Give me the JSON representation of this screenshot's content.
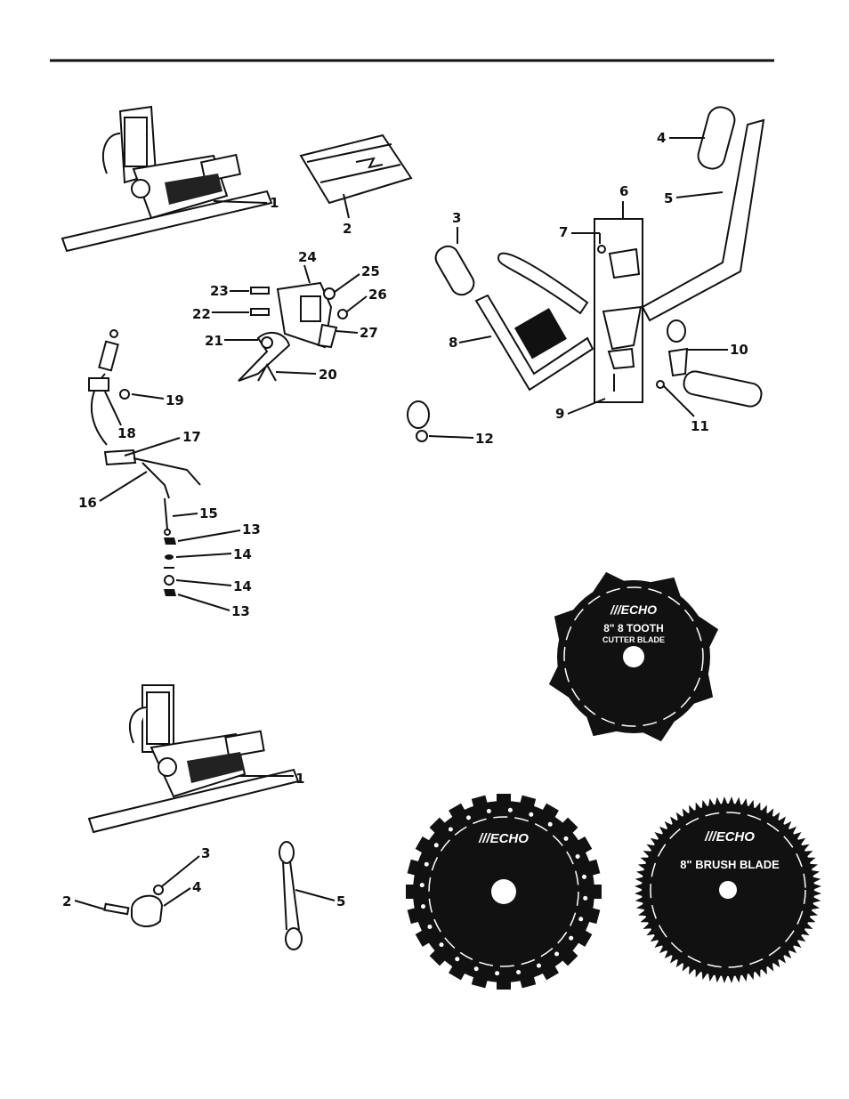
{
  "callouts": {
    "top": {
      "n1": "1",
      "n2": "2",
      "n3": "3",
      "n4": "4",
      "n5": "5",
      "n6": "6",
      "n7": "7",
      "n8": "8",
      "n9": "9",
      "n10": "10",
      "n11": "11",
      "n12": "12",
      "n13a": "13",
      "n13b": "13",
      "n14a": "14",
      "n14b": "14",
      "n15": "15",
      "n16": "16",
      "n17": "17",
      "n18": "18",
      "n19": "19",
      "n20": "20",
      "n21": "21",
      "n22": "22",
      "n23": "23",
      "n24": "24",
      "n25": "25",
      "n26": "26",
      "n27": "27"
    },
    "bottom": {
      "n1": "1",
      "n2": "2",
      "n3": "3",
      "n4": "4",
      "n5": "5"
    }
  },
  "blades": {
    "tooth8": {
      "brand": "///ECHO",
      "line1": "8\" 8 TOOTH",
      "line2": "CUTTER BLADE",
      "color": "#111111"
    },
    "chisel": {
      "brand": "///ECHO",
      "color": "#111111"
    },
    "brush": {
      "brand": "///ECHO",
      "line1": "8\" BRUSH BLADE",
      "color": "#111111"
    }
  }
}
